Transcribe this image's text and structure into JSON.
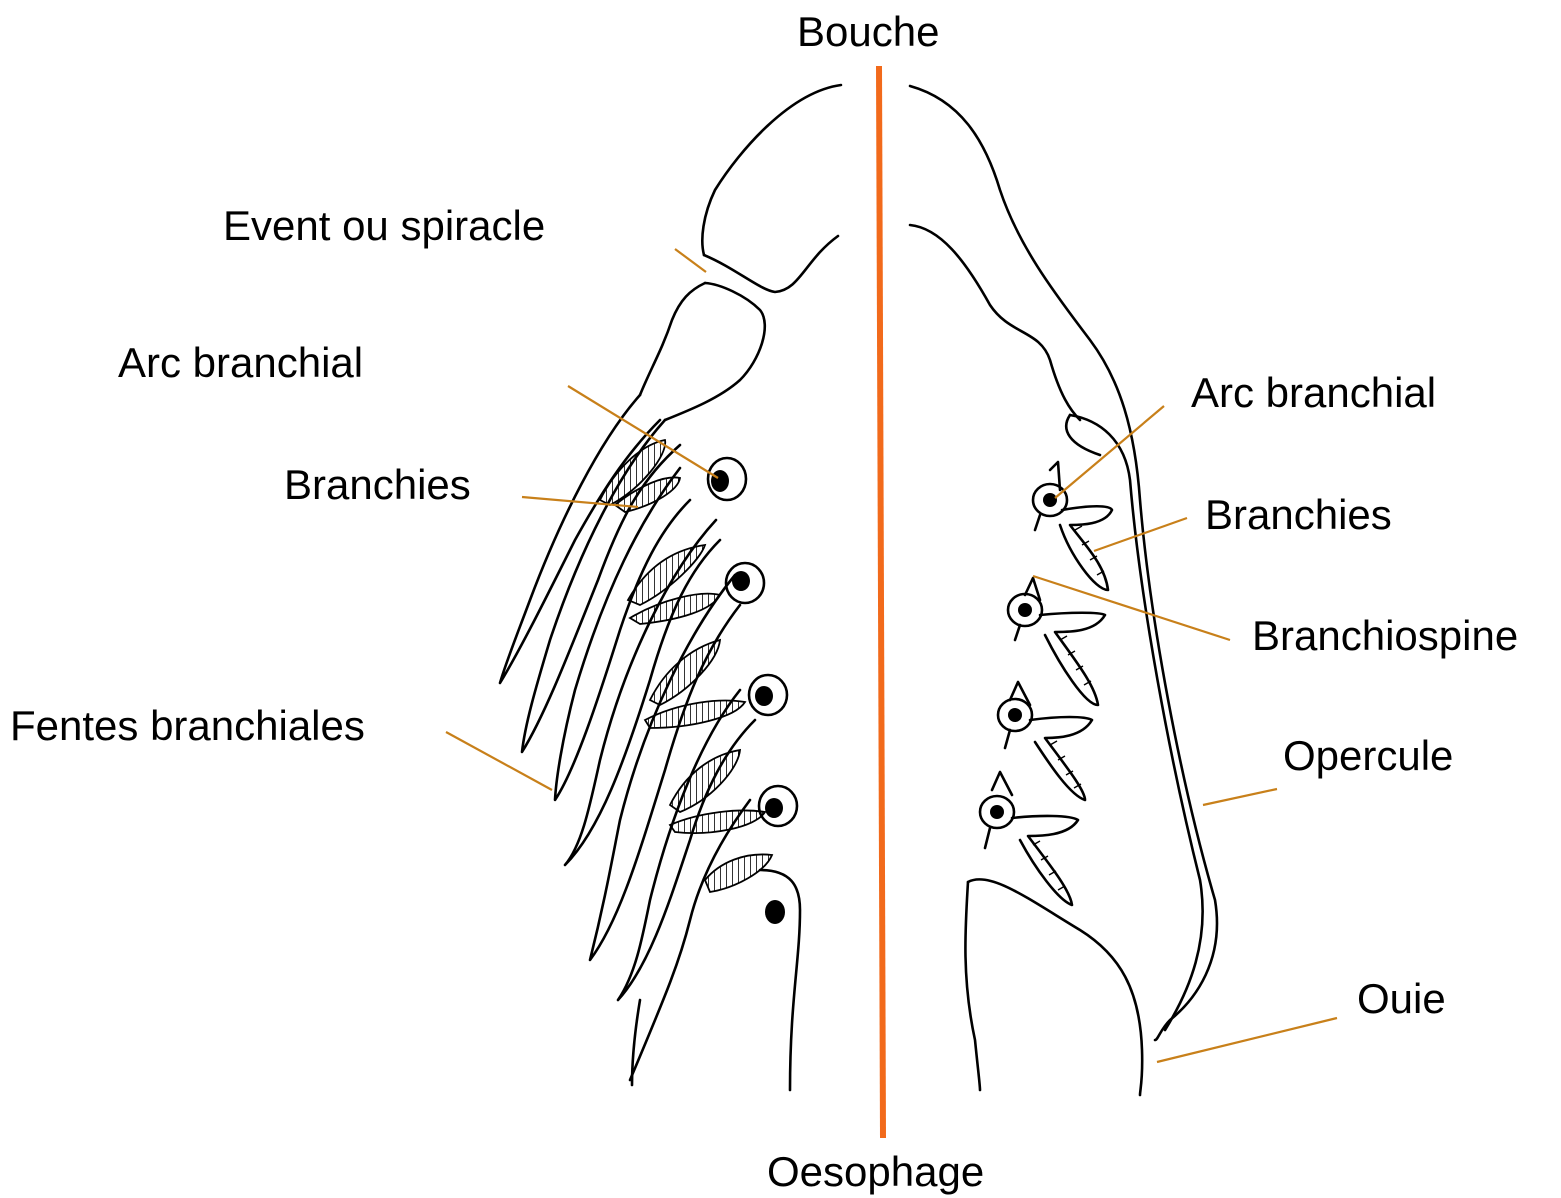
{
  "labels": {
    "bouche": "Bouche",
    "oesophage": "Oesophage",
    "event": "Event ou spiracle",
    "arc_left": "Arc branchial",
    "branchies_left": "Branchies",
    "fentes": "Fentes branchiales",
    "arc_right": "Arc branchial",
    "branchies_right": "Branchies",
    "branchiospine": "Branchiospine",
    "opercule": "Opercule",
    "ouie": "Ouie"
  },
  "colors": {
    "axis": "#f26a1b",
    "leader": "#c8801a",
    "outline": "#000000"
  }
}
